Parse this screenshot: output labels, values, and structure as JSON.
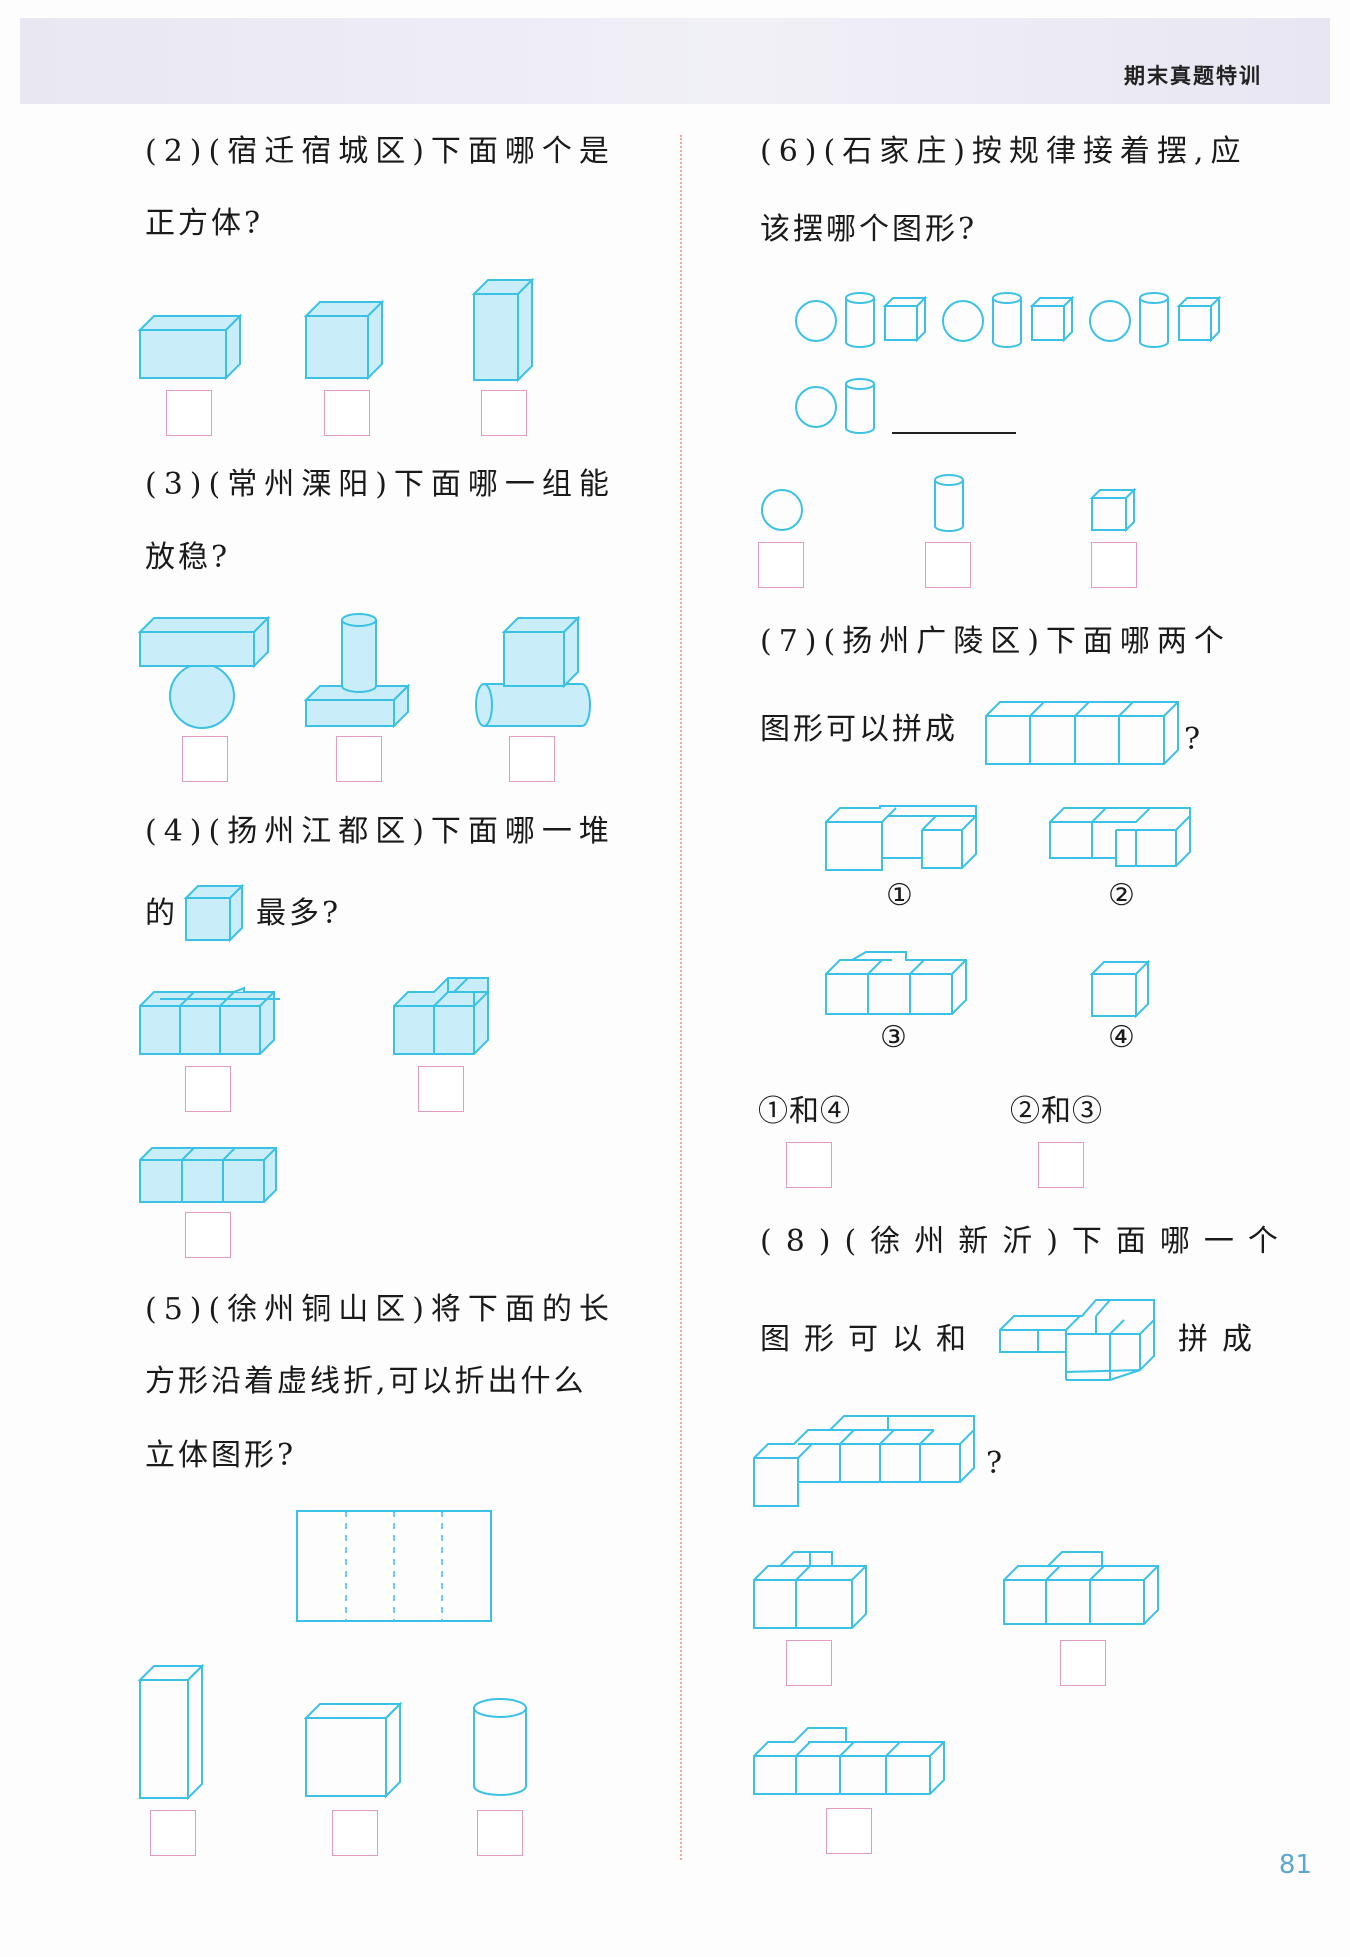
{
  "header": {
    "title": "期末真题特训"
  },
  "page_number": "81",
  "q2": {
    "line1": "(2)(宿迁宿城区)下面哪个是",
    "line2": "正方体?"
  },
  "q3": {
    "line1": "(3)(常州溧阳)下面哪一组能",
    "line2": "放稳?"
  },
  "q4": {
    "line1": "(4)(扬州江都区)下面哪一堆",
    "line2_a": "的",
    "line2_b": "最多?"
  },
  "q5": {
    "line1": "(5)(徐州铜山区)将下面的长",
    "line2": "方形沿着虚线折,可以折出什么",
    "line3": "立体图形?"
  },
  "q6": {
    "line1": "(6)(石家庄)按规律接着摆,应",
    "line2": "该摆哪个图形?"
  },
  "q7": {
    "line1": "(7)(扬州广陵区)下面哪两个",
    "line2_a": "图形可以拼成",
    "line2_b": "?",
    "labels": [
      "①",
      "②",
      "③",
      "④"
    ],
    "options": [
      "①和④",
      "②和③"
    ]
  },
  "q8": {
    "line1": "(8)(徐州新沂)下面哪一个",
    "line2_a": "图形可以和",
    "line2_b": "拼成",
    "line3": "?"
  }
}
